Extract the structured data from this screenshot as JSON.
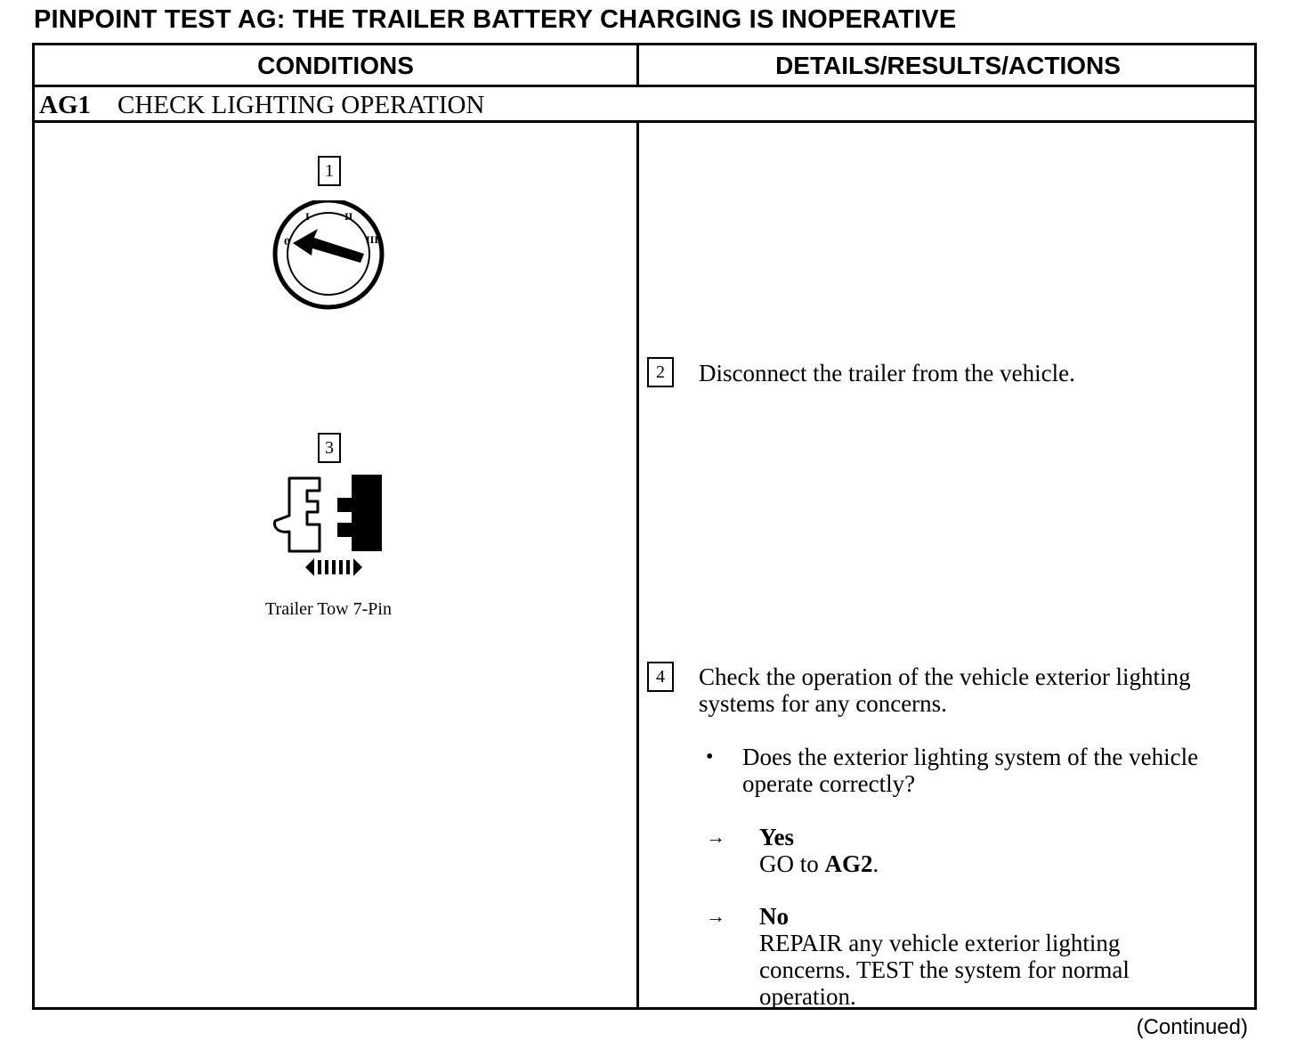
{
  "title": "PINPOINT TEST AG: THE TRAILER BATTERY CHARGING IS INOPERATIVE",
  "table": {
    "headers": {
      "conditions": "CONDITIONS",
      "details": "DETAILS/RESULTS/ACTIONS"
    },
    "section": {
      "id": "AG1",
      "name": "CHECK LIGHTING OPERATION"
    }
  },
  "figures": [
    {
      "step": "1",
      "icon": "ignition-switch-off-icon",
      "marks": [
        "0",
        "I",
        "II",
        "III"
      ]
    },
    {
      "step": "3",
      "icon": "connector-disconnect-icon",
      "caption": "Trailer Tow 7-Pin"
    }
  ],
  "steps": [
    {
      "number": "2",
      "text": "Disconnect the trailer from the vehicle."
    },
    {
      "number": "4",
      "text": "Check the operation of the vehicle exterior lighting systems for any concerns.",
      "question": "Does the exterior lighting system of the vehicle operate correctly?",
      "answers": [
        {
          "label": "Yes",
          "action": "GO to ",
          "action_ref": "AG2",
          "action_end": "."
        },
        {
          "label": "No",
          "action": "REPAIR any vehicle exterior lighting concerns. TEST the system for normal operation."
        }
      ]
    }
  ],
  "footer": {
    "continued": "(Continued)"
  }
}
